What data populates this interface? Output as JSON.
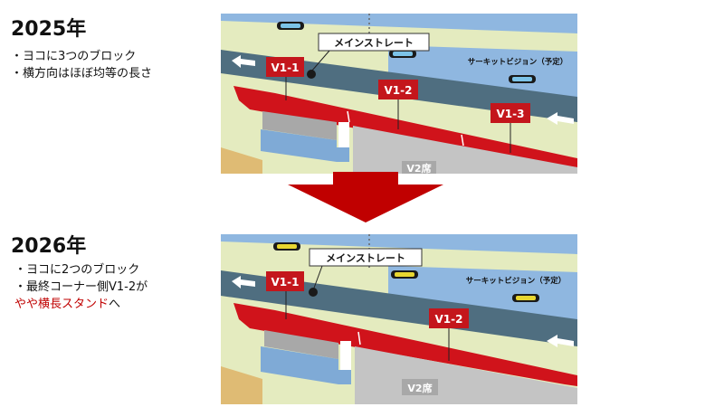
{
  "section_2025": {
    "year": "2025年",
    "bullets": [
      "・ヨコに3つのブロック",
      "・横方向はほぼ均等の長さ"
    ]
  },
  "section_2026": {
    "year": "2026年",
    "bullets": [
      "・ヨコに2つのブロック",
      "・最終コーナー側V1-2が"
    ],
    "bullet_red": "やや横長スタンド",
    "bullet_tail": "へ"
  },
  "diagram_2025": {
    "main_straight": "メインストレート",
    "circuit_vision": "サーキットビジョン（予定）",
    "blocks": [
      "V1-1",
      "V1-2",
      "V1-3"
    ],
    "v2": "V2席"
  },
  "diagram_2026": {
    "main_straight": "メインストレート",
    "circuit_vision": "サーキットビジョン（予定）",
    "blocks": [
      "V1-1",
      "V1-2"
    ],
    "v2": "V2席"
  },
  "colors": {
    "track_light": "#e4ebbf",
    "water_blue": "#8fb7e0",
    "road_gray": "#4f6e80",
    "stand_red": "#d0131b",
    "label_red": "#c4161c",
    "block_gray": "#a8a8a8",
    "block_blue": "#7faad6",
    "ground_tan": "#dfbb74",
    "arrow_red": "#c00000",
    "vision_yellow": "#e8d630",
    "vision_blue": "#7cc3e8"
  }
}
